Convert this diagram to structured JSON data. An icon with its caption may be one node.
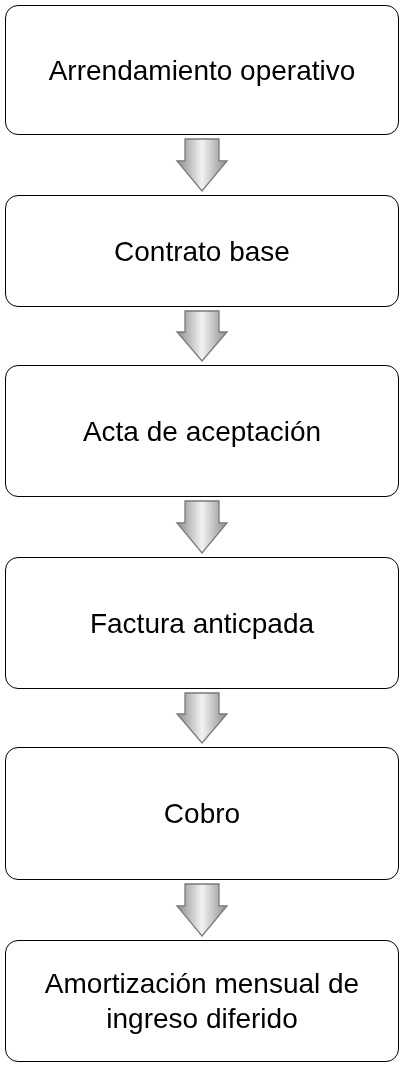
{
  "diagram": {
    "nodes": [
      {
        "text": [
          "Arrendamiento operativo"
        ]
      },
      {
        "text": [
          "Contrato base"
        ]
      },
      {
        "text": [
          "Acta de aceptación"
        ]
      },
      {
        "text": [
          "Factura anticpada"
        ]
      },
      {
        "text": [
          "Cobro"
        ]
      },
      {
        "text": [
          "Amortización mensual de ingreso diferido"
        ]
      }
    ],
    "edges": [
      {
        "from": 0,
        "to": 1,
        "arrow": "to"
      },
      {
        "from": 1,
        "to": 2,
        "arrow": "to"
      },
      {
        "from": 2,
        "to": 3,
        "arrow": "to"
      },
      {
        "from": 3,
        "to": 4,
        "arrow": "to"
      },
      {
        "from": 4,
        "to": 5,
        "arrow": "to"
      }
    ]
  }
}
